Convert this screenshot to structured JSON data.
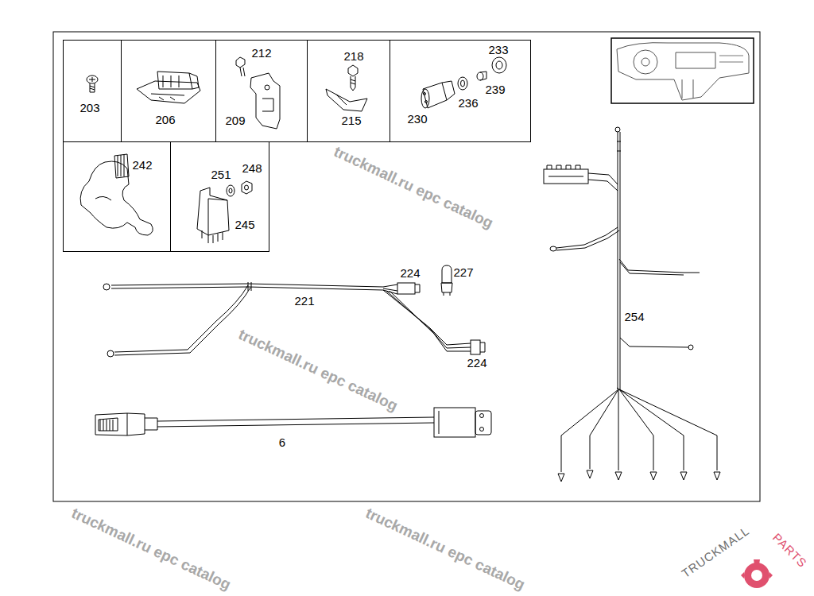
{
  "diagram": {
    "nodes": [
      {
        "text": [
          "203"
        ]
      },
      {
        "text": [
          "206"
        ]
      },
      {
        "text": [
          "212",
          "209"
        ]
      },
      {
        "text": [
          "218",
          "215"
        ]
      },
      {
        "text": [
          "233",
          "239",
          "236",
          "230"
        ]
      },
      {
        "text": [
          "242"
        ]
      },
      {
        "text": [
          "251",
          "248",
          "245"
        ]
      }
    ],
    "labels": [
      "221",
      "224",
      "227",
      "224",
      "6",
      "254",
      "truckmall.ru epc catalog",
      "truckmall.ru epc catalog",
      "truckmall.ru epc catalog",
      "truckmall.ru epc catalog",
      "TRUCKMALL",
      "PARTS"
    ]
  }
}
